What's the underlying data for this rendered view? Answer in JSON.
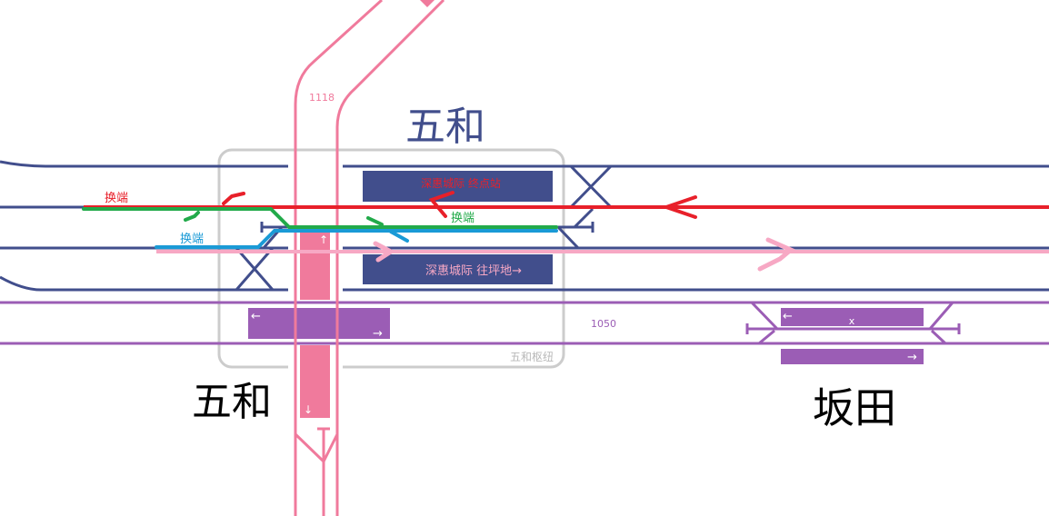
{
  "colors": {
    "line_navy": "#414e8c",
    "line_pink": "#f07a9c",
    "line_purple": "#9b5db5",
    "route_red": "#e8202a",
    "route_green": "#22aa4a",
    "route_blue": "#1a9ad6",
    "route_light_pink": "#f7a8c4",
    "hub_border": "#cccccc"
  },
  "stations": {
    "wuhe_upper": "五和",
    "wuhe_lower": "五和",
    "bantian": "坂田"
  },
  "hub_label": "五和枢纽",
  "track_codes": {
    "pink_line": "1118",
    "purple_line": "1050"
  },
  "platforms": {
    "navy_top": "深惠城际 终点站",
    "navy_bottom": "深惠城际 往坪地→",
    "pink_top_arrow": "↑",
    "pink_bottom_arrow": "↓",
    "purple_wuhe_left_arrow": "←",
    "purple_wuhe_right_arrow": "→",
    "purple_bantian_top_arrow": "←",
    "purple_bantian_top_mark": "x",
    "purple_bantian_bottom_arrow": "→"
  },
  "annotations": {
    "red_turnback": "换端",
    "blue_turnback": "换端",
    "green_turnback": "换端"
  }
}
